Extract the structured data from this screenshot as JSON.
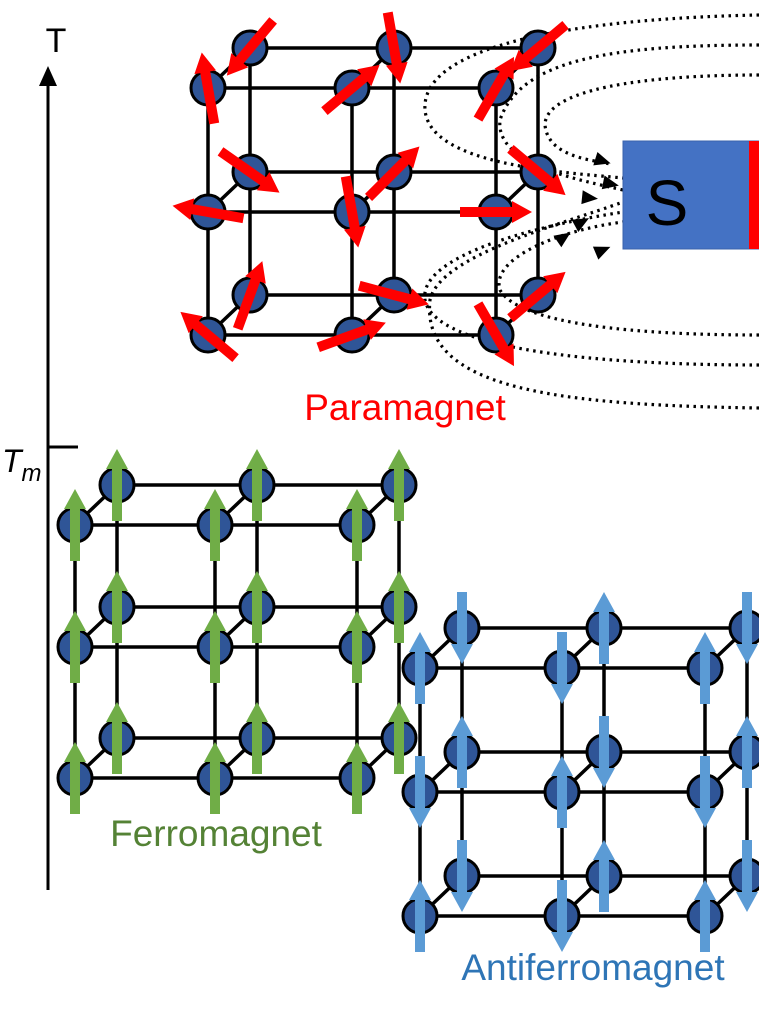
{
  "axis": {
    "label": "T",
    "tick_label_main": "T",
    "tick_label_sub": "m"
  },
  "colors": {
    "node_fill": "#2f5597",
    "edge": "#000000",
    "paramagnet": "#ff0000",
    "ferromagnet": "#70ad47",
    "antiferromagnet": "#5b9bd5",
    "magnet_body": "#4472c4",
    "magnet_pole_edge": "#ff0000"
  },
  "magnet": {
    "label": "S"
  },
  "phases": [
    {
      "name": "paramagnet",
      "label": "Paramagnet",
      "ordering": "random",
      "regime": "above Tm"
    },
    {
      "name": "ferromagnet",
      "label": "Ferromagnet",
      "ordering": "all spins up",
      "regime": "below Tm"
    },
    {
      "name": "antiferromagnet",
      "label": "Antiferromagnet",
      "ordering": "alternating up/down",
      "regime": "below Tm"
    }
  ]
}
